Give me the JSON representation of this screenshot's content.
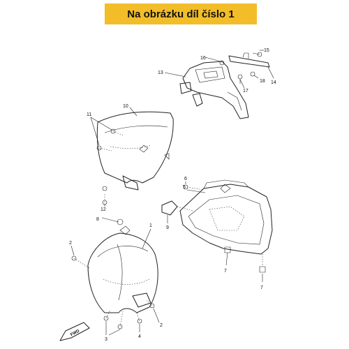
{
  "banner": {
    "text": "Na obrázku díl číslo 1",
    "background": "#f2bd29"
  },
  "callouts": {
    "c1": "1",
    "c2a": "2",
    "c2b": "2",
    "c3": "3",
    "c4": "4",
    "c5": "5",
    "c6": "6",
    "c7a": "7",
    "c7b": "7",
    "c8": "8",
    "c9": "9",
    "c10": "10",
    "c11": "11",
    "c12": "12",
    "c13": "13",
    "c14": "14",
    "c15": "15",
    "c16": "16",
    "c17": "17",
    "c18": "18"
  },
  "fwd_label": "FWD"
}
